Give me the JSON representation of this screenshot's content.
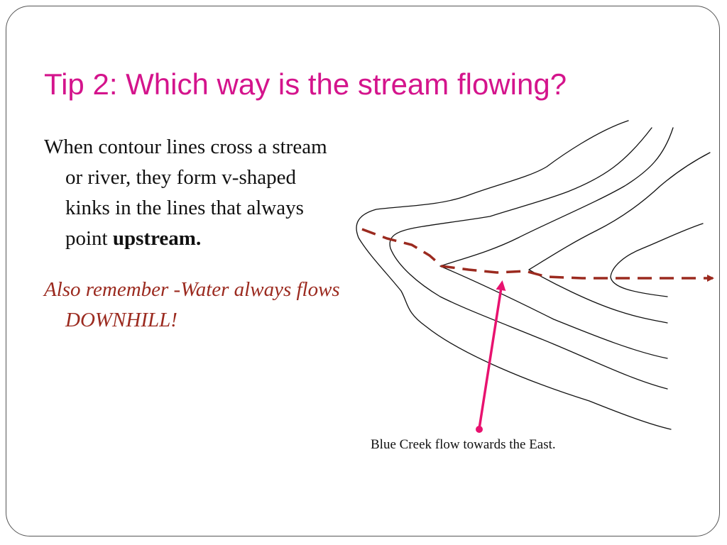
{
  "slide": {
    "title": "Tip 2: Which way is the stream flowing?",
    "body": {
      "line1_text": "When contour lines cross a stream or river, they form v-shaped kinks in the lines that always point ",
      "line1_bold": "upstream.",
      "line2_italic": "Also remember -Water always flows DOWNHILL!"
    },
    "diagram": {
      "caption": "Blue Creek flow towards the East.",
      "colors": {
        "contour": "#111111",
        "stream": "#9b2a1f",
        "pointer": "#e8126f",
        "title": "#d4148c"
      }
    }
  }
}
